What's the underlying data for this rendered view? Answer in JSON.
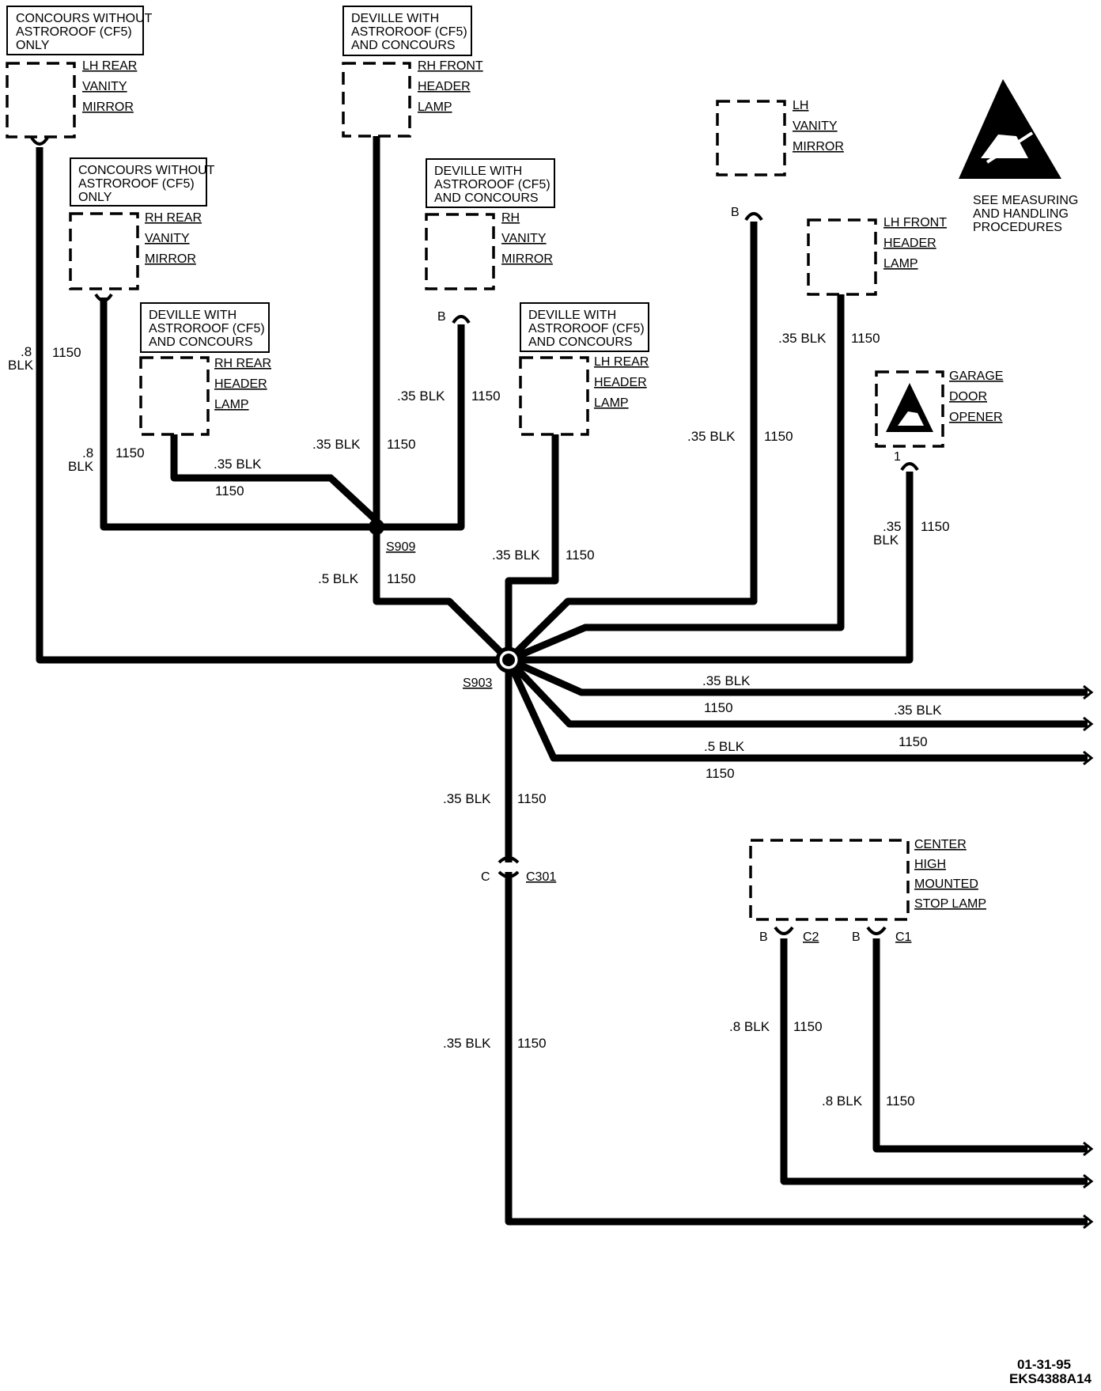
{
  "notes": {
    "n1": [
      "CONCOURS WITHOUT",
      "ASTROROOF (CF5)",
      "ONLY"
    ],
    "n2": [
      "DEVILLE WITH",
      "ASTROROOF (CF5)",
      "AND CONCOURS"
    ],
    "n3": [
      "CONCOURS WITHOUT",
      "ASTROROOF (CF5)",
      "ONLY"
    ],
    "n4": [
      "DEVILLE WITH",
      "ASTROROOF (CF5)",
      "AND CONCOURS"
    ],
    "n5": [
      "DEVILLE WITH",
      "ASTROROOF (CF5)",
      "AND CONCOURS"
    ],
    "n6": [
      "DEVILLE WITH",
      "ASTROROOF (CF5)",
      "AND CONCOURS"
    ]
  },
  "components": {
    "lh_rear_vanity": [
      "LH REAR",
      "VANITY",
      "MIRROR"
    ],
    "rh_front_header": [
      "RH FRONT",
      "HEADER",
      "LAMP"
    ],
    "lh_vanity": [
      "LH",
      "VANITY",
      "MIRROR"
    ],
    "rh_rear_vanity": [
      "RH REAR",
      "VANITY",
      "MIRROR"
    ],
    "rh_vanity": [
      "RH",
      "VANITY",
      "MIRROR"
    ],
    "lh_front_header": [
      "LH FRONT",
      "HEADER",
      "LAMP"
    ],
    "rh_rear_header": [
      "RH REAR",
      "HEADER",
      "LAMP"
    ],
    "lh_rear_header": [
      "LH REAR",
      "HEADER",
      "LAMP"
    ],
    "garage_door": [
      "GARAGE",
      "DOOR",
      "OPENER"
    ],
    "chmsl": [
      "CENTER",
      "HIGH",
      "MOUNTED",
      "STOP LAMP"
    ]
  },
  "esd_note": [
    "SEE MEASURING",
    "AND HANDLING",
    "PROCEDURES"
  ],
  "splices": {
    "s909": "S909",
    "s903": "S903"
  },
  "connectors": {
    "c301": "C301",
    "c301_pin": "C",
    "chmsl_c2": "C2",
    "chmsl_c1": "C1",
    "pin_b": "B",
    "garage_pin": "1"
  },
  "wires": {
    "w08": ".8",
    "blk": "BLK",
    "w035blk": ".35 BLK",
    "w05blk": ".5 BLK",
    "w08blk": ".8 BLK",
    "w035": ".35",
    "circuit": "1150"
  },
  "footer": {
    "date": "01-31-95",
    "code": "EKS4388A14"
  }
}
